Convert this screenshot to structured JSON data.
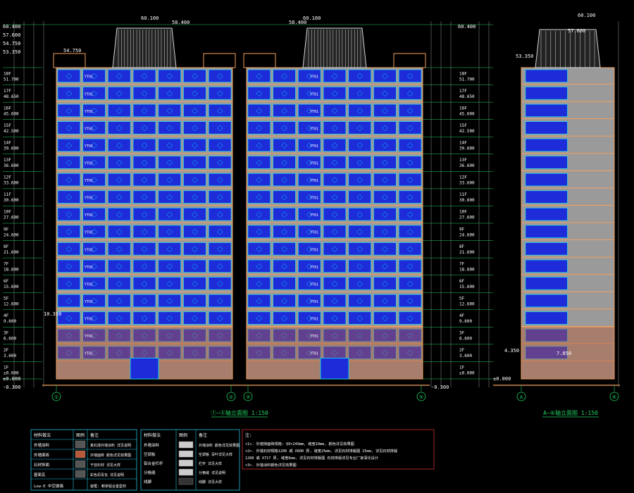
{
  "colors": {
    "background": "#000000",
    "outline": "#f0a060",
    "glass": "#1d2bd8",
    "window_frame": "#00e6ff",
    "grid": "#20d060",
    "dim_text": "#ffffff",
    "dim_line": "#7a7a7a",
    "brick": "#b85a3a",
    "roof": "#d8d8d8",
    "note_box": "#d03030",
    "legend_box": "#20c0e0",
    "gray_wall": "#9a9a9a"
  },
  "front_elevation": {
    "title": "①~⑤轴立面图 1:150",
    "axis_left": "①",
    "axis_mid_a": "②",
    "axis_mid_b": "③",
    "axis_right": "⑤",
    "top_elev_left": "60.400",
    "top_elev_right": "60.100",
    "top_elev_mid_left": "58.400",
    "top_elev_mid_right": "58.400",
    "roof_elev_a": "57.600",
    "roof_elev_b": "54.750",
    "roof_elev_c": "53.350",
    "roof_elev_d": "51.700",
    "ground_elev": "±0.000",
    "base_elev": "-0.300",
    "level_3_elev": "10.350"
  },
  "side_elevation": {
    "title": "A~⑥轴立面图 1:150",
    "axis_left": "A",
    "axis_right": "⑥",
    "top_elev": "60.100",
    "roof_elev_a": "57.600",
    "roof_elev_b": "53.350",
    "ground_elev": "±0.000",
    "level_2_elev": "4.350",
    "level_3_elev": "7.850"
  },
  "floor_levels": [
    {
      "label": "18F",
      "elev": "51.700"
    },
    {
      "label": "17F",
      "elev": "48.650"
    },
    {
      "label": "16F",
      "elev": "45.600"
    },
    {
      "label": "15F",
      "elev": "42.500"
    },
    {
      "label": "14F",
      "elev": "39.600"
    },
    {
      "label": "13F",
      "elev": "36.600"
    },
    {
      "label": "12F",
      "elev": "33.600"
    },
    {
      "label": "11F",
      "elev": "30.600"
    },
    {
      "label": "10F",
      "elev": "27.600"
    },
    {
      "label": "9F",
      "elev": "24.600"
    },
    {
      "label": "8F",
      "elev": "21.600"
    },
    {
      "label": "7F",
      "elev": "18.600"
    },
    {
      "label": "6F",
      "elev": "15.600"
    },
    {
      "label": "5F",
      "elev": "12.600"
    },
    {
      "label": "4F",
      "elev": "9.600"
    },
    {
      "label": "3F",
      "elev": "6.600"
    },
    {
      "label": "2F",
      "elev": "3.600"
    },
    {
      "label": "1F",
      "elev": "±0.000"
    }
  ],
  "window_tag": "YT01",
  "legend": {
    "header_a": "材料做法",
    "header_b": "图例",
    "header_c": "备注",
    "rows_left": [
      {
        "name": "外墙涂料",
        "note": "真石漆外墙涂料 详见说明"
      },
      {
        "name": "外墙面砖",
        "note": "外墙面砖 颜色详见效果图"
      },
      {
        "name": "石材饰面",
        "note": "干挂石材 详见大样"
      },
      {
        "name": "屋面瓦",
        "note": "彩色沥青瓦 详见说明"
      }
    ],
    "low_e": "Low-E 中空玻璃",
    "low_e_note": "窗框: 断桥铝合金型材",
    "rows_right": [
      {
        "name": "外墙涂料",
        "note": "外墙涂料 颜色详见效果图"
      },
      {
        "name": "空调板",
        "note": "空调板 百叶详见大样"
      },
      {
        "name": "铝合金栏杆",
        "note": "栏杆 详见大样"
      },
      {
        "name": "分格缝",
        "note": "分格缝 详见说明"
      },
      {
        "name": "线脚",
        "note": "线脚 详见大样"
      }
    ],
    "note_title": "注:",
    "notes": [
      "<1>. 外墙饰面砖规格: 60×240mm, 缝宽10mm, 颜色详见效果图",
      "<2>. 外墙石材规格1200 或 X600 厚, 缝宽25mm, 详见石材排版图 25mm, 详见石材排版",
      "1200 或 X717 厚, 缝宽6mm, 详见石材排版图 石材排版详见专业厂家深化设计",
      "<3>. 外墙涂料颜色详见效果图"
    ]
  }
}
